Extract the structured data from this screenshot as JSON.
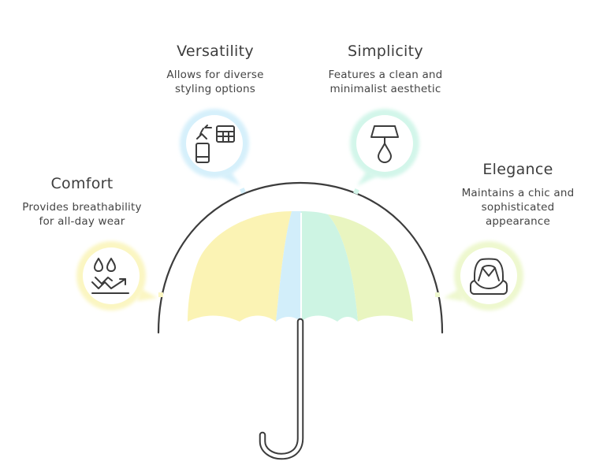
{
  "items": [
    {
      "key": "comfort",
      "title": "Comfort",
      "desc": [
        "Provides breathability",
        "for all-day wear"
      ],
      "color": "#fbf6c2",
      "icon": "water-drops-trend-icon"
    },
    {
      "key": "versatility",
      "title": "Versatility",
      "desc": [
        "Allows for diverse",
        "styling options"
      ],
      "color": "#d6f0fb",
      "icon": "devices-swap-icon"
    },
    {
      "key": "simplicity",
      "title": "Simplicity",
      "desc": [
        "Features a clean and",
        "minimalist aesthetic"
      ],
      "color": "#d3f6ea",
      "icon": "minimal-lamp-icon"
    },
    {
      "key": "elegance",
      "title": "Elegance",
      "desc": [
        "Maintains a chic and",
        "sophisticated",
        "appearance"
      ],
      "color": "#eef8cf",
      "icon": "elegant-seat-icon"
    }
  ],
  "colors": {
    "stroke": "#3c3c3c",
    "panel_yellow": "#fbf3b4",
    "panel_blue": "#d2eefa",
    "panel_mint": "#cdf4e3",
    "panel_lime": "#e9f5c0"
  }
}
